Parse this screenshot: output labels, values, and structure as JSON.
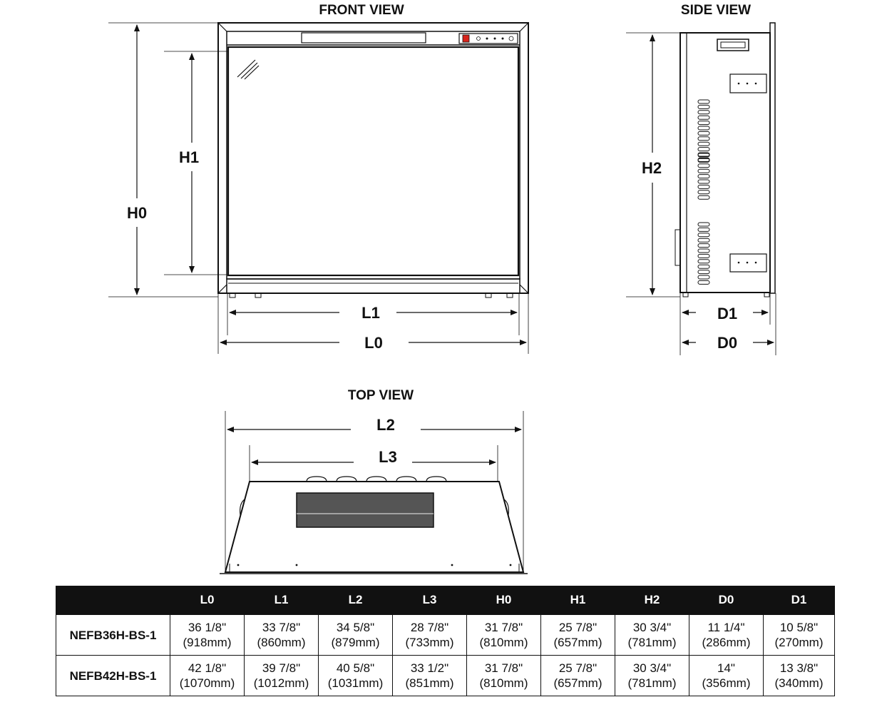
{
  "views": {
    "front": {
      "title": "FRONT VIEW",
      "labels": {
        "h0": "H0",
        "h1": "H1",
        "l0": "L0",
        "l1": "L1"
      }
    },
    "side": {
      "title": "SIDE VIEW",
      "labels": {
        "h2": "H2",
        "d0": "D0",
        "d1": "D1"
      }
    },
    "top": {
      "title": "TOP VIEW",
      "labels": {
        "l2": "L2",
        "l3": "L3"
      }
    }
  },
  "table": {
    "headers": [
      "",
      "L0",
      "L1",
      "L2",
      "L3",
      "H0",
      "H1",
      "H2",
      "D0",
      "D1"
    ],
    "rows": [
      {
        "model": "NEFB36H-BS-1",
        "cells": [
          {
            "in": "36 1/8\"",
            "mm": "(918mm)"
          },
          {
            "in": "33 7/8\"",
            "mm": "(860mm)"
          },
          {
            "in": "34 5/8\"",
            "mm": "(879mm)"
          },
          {
            "in": "28 7/8\"",
            "mm": "(733mm)"
          },
          {
            "in": "31 7/8\"",
            "mm": "(810mm)"
          },
          {
            "in": "25 7/8\"",
            "mm": "(657mm)"
          },
          {
            "in": "30 3/4\"",
            "mm": "(781mm)"
          },
          {
            "in": "11 1/4\"",
            "mm": "(286mm)"
          },
          {
            "in": "10 5/8\"",
            "mm": "(270mm)"
          }
        ]
      },
      {
        "model": "NEFB42H-BS-1",
        "cells": [
          {
            "in": "42 1/8\"",
            "mm": "(1070mm)"
          },
          {
            "in": "39 7/8\"",
            "mm": "(1012mm)"
          },
          {
            "in": "40 5/8\"",
            "mm": "(1031mm)"
          },
          {
            "in": "33 1/2\"",
            "mm": "(851mm)"
          },
          {
            "in": "31 7/8\"",
            "mm": "(810mm)"
          },
          {
            "in": "25 7/8\"",
            "mm": "(657mm)"
          },
          {
            "in": "30 3/4\"",
            "mm": "(781mm)"
          },
          {
            "in": "14\"",
            "mm": "(356mm)"
          },
          {
            "in": "13 3/8\"",
            "mm": "(340mm)"
          }
        ]
      }
    ]
  },
  "colors": {
    "line": "#111111",
    "header_bg": "#111111",
    "indicator": "#d8241c"
  }
}
